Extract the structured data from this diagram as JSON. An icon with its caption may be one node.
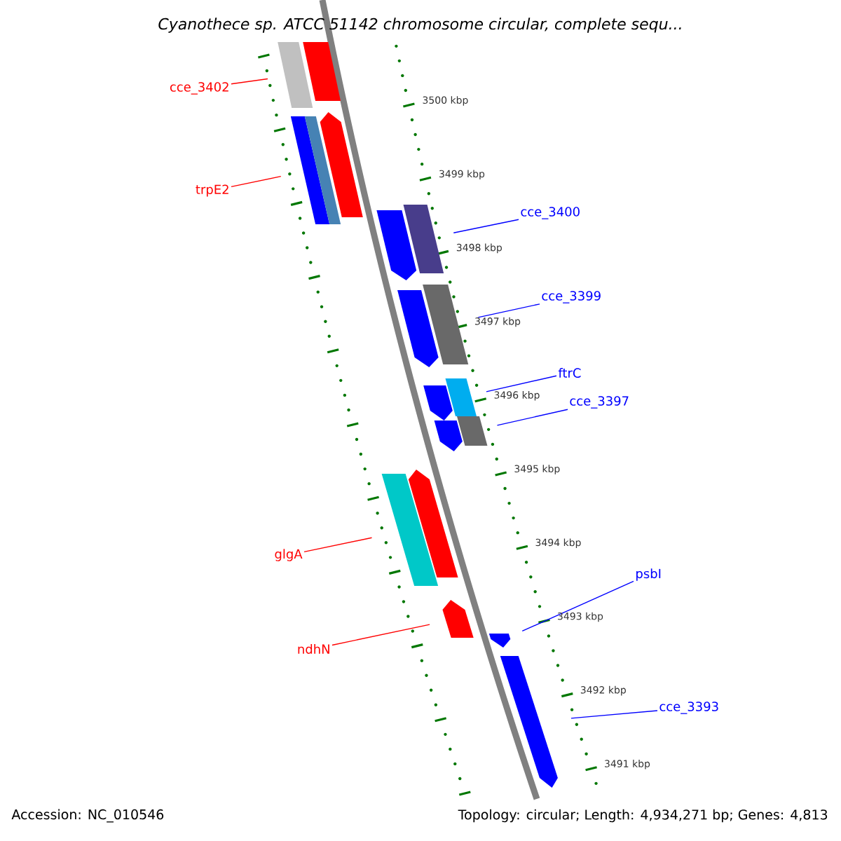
{
  "diagram": {
    "title": "Cyanothece sp. ATCC 51142 chromosome circular, complete sequ...",
    "nodes": [
      {
        "text": [
          "cce_3402"
        ]
      },
      {
        "text": [],
        "shape": "bar"
      },
      {
        "text": [
          "trpE2"
        ]
      },
      {
        "text": [],
        "shape": "bar"
      },
      {
        "text": [
          "cce_3400"
        ]
      },
      {
        "text": [],
        "shape": "bar"
      },
      {
        "text": [
          "cce_3399"
        ]
      },
      {
        "text": [],
        "shape": "bar"
      },
      {
        "text": [
          "ftrC"
        ]
      },
      {
        "text": [],
        "shape": "bar"
      },
      {
        "text": [
          "cce_3397"
        ]
      },
      {
        "text": [],
        "shape": "bar"
      },
      {
        "text": [
          "glgA"
        ]
      },
      {
        "text": [],
        "shape": "bar"
      },
      {
        "text": [
          "ndhN"
        ]
      },
      {
        "text": [],
        "shape": "bar"
      },
      {
        "text": [
          "psbI"
        ]
      },
      {
        "text": [],
        "shape": "bar"
      },
      {
        "text": [
          "cce_3393"
        ]
      },
      {
        "text": [],
        "shape": "bar"
      },
      {
        "text": [],
        "shape": "bar"
      },
      {
        "text": [],
        "shape": "bar"
      },
      {
        "text": [],
        "shape": "bar"
      },
      {
        "text": [],
        "shape": "bar"
      },
      {
        "text": [],
        "shape": "bar"
      },
      {
        "text": [],
        "shape": "bar"
      },
      {
        "text": [],
        "shape": "bar"
      },
      {
        "text": [],
        "shape": "bar"
      }
    ],
    "edges": [
      {
        "from": 0,
        "to": 1,
        "arrow": "none",
        "color": "#ff0000"
      },
      {
        "from": 2,
        "to": 3,
        "arrow": "none",
        "color": "#ff0000"
      },
      {
        "from": 4,
        "to": 5,
        "arrow": "none",
        "color": "#0000ff"
      },
      {
        "from": 6,
        "to": 7,
        "arrow": "none",
        "color": "#0000ff"
      },
      {
        "from": 8,
        "to": 9,
        "arrow": "none",
        "color": "#0000ff"
      },
      {
        "from": 10,
        "to": 11,
        "arrow": "none",
        "color": "#0000ff"
      },
      {
        "from": 12,
        "to": 13,
        "arrow": "none",
        "color": "#ff0000"
      },
      {
        "from": 14,
        "to": 15,
        "arrow": "none",
        "color": "#ff0000"
      },
      {
        "from": 16,
        "to": 17,
        "arrow": "none",
        "color": "#0000ff"
      },
      {
        "from": 18,
        "to": 19,
        "arrow": "none",
        "color": "#0000ff"
      }
    ],
    "labels": [
      "3500 kbp",
      "3499 kbp",
      "3498 kbp",
      "3497 kbp",
      "3496 kbp",
      "3495 kbp",
      "3494 kbp",
      "3493 kbp",
      "3492 kbp",
      "3491 kbp",
      "Accession: NC_010546",
      "Topology: circular; Length: 4,934,271 bp; Genes: 4,813"
    ]
  }
}
